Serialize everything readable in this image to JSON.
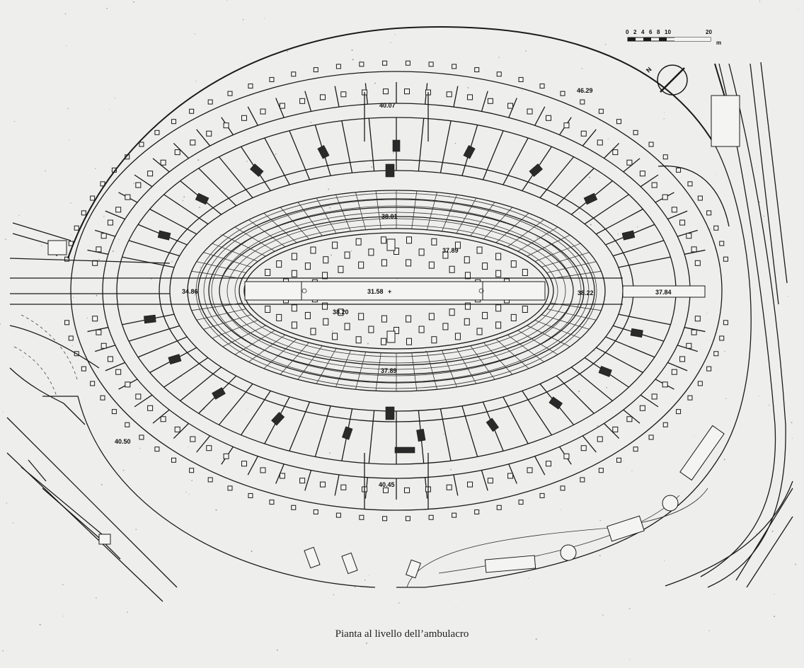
{
  "caption": "Pianta al livello dell’ambulacro",
  "scale_bar": {
    "ticks": [
      "0",
      "2",
      "4",
      "6",
      "8",
      "10",
      "20"
    ],
    "unit": "m"
  },
  "north_label": "N",
  "elevations": {
    "n_outer_right": "46.29",
    "n_entrance": "40.07",
    "arena_top": "38.01",
    "arena_top_right": "37.89",
    "arena_center": "31.58",
    "west_entrance": "34.86",
    "east_entrance": "38.22",
    "east_outer": "37.84",
    "arena_bottom_left": "38.20",
    "arena_bottom": "37.89",
    "s_outer_left": "40.50",
    "s_entrance": "40.45"
  }
}
